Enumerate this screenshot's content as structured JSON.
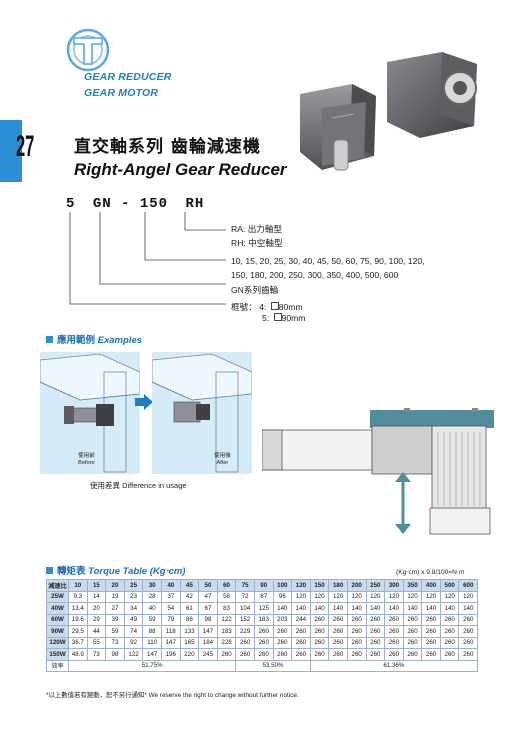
{
  "brand": {
    "line1": "GEAR REDUCER",
    "line2": "GEAR MOTOR"
  },
  "page_number": "27",
  "title_cn": "直交軸系列 齒輪減速機",
  "title_en": "Right-Angel Gear Reducer",
  "model": {
    "prefix": "5",
    "series": "GN",
    "dash": "-",
    "ratio": "150",
    "suffix": "RH"
  },
  "legend": {
    "ra": "RA: 出力軸型",
    "rh": "RH: 中空軸型",
    "ratios_1": "10, 15, 20, 25, 30, 40, 45, 50, 60, 75, 90, 100, 120,",
    "ratios_2": "150, 180, 200, 250, 300, 350, 400, 500, 600",
    "gn": "GN系列齒輪",
    "frame_label": "框號：",
    "frame_4_num": "4:",
    "frame_4_size": "80mm",
    "frame_5_num": "5:",
    "frame_5_size": "90mm"
  },
  "examples": {
    "heading_cn": "應用範例",
    "heading_en": "Examples",
    "before_cn": "使用前",
    "before_en": "Before",
    "after_cn": "使用後",
    "after_en": "After",
    "caption": "使用差異 Difference in usage"
  },
  "torque": {
    "heading_cn": "轉矩表",
    "heading_en": "Torque Table (Kg‧cm)",
    "unit_note": "(Kg‧cm) x 9.8/100=N‧m",
    "header_label": "減速比",
    "ratios": [
      "10",
      "15",
      "20",
      "25",
      "30",
      "40",
      "45",
      "50",
      "60",
      "75",
      "90",
      "100",
      "120",
      "150",
      "180",
      "200",
      "250",
      "300",
      "350",
      "400",
      "500",
      "600"
    ],
    "rows": [
      {
        "label": "25W",
        "values": [
          "9.3",
          "14",
          "19",
          "23",
          "28",
          "37",
          "42",
          "47",
          "58",
          "72",
          "87",
          "96",
          "120",
          "120",
          "120",
          "120",
          "120",
          "120",
          "120",
          "120",
          "120",
          "120"
        ]
      },
      {
        "label": "40W",
        "values": [
          "13.4",
          "20",
          "27",
          "34",
          "40",
          "54",
          "61",
          "67",
          "83",
          "104",
          "125",
          "140",
          "140",
          "140",
          "140",
          "140",
          "140",
          "140",
          "140",
          "140",
          "140",
          "140"
        ]
      },
      {
        "label": "60W",
        "values": [
          "19.6",
          "29",
          "39",
          "49",
          "59",
          "79",
          "88",
          "98",
          "122",
          "152",
          "183",
          "203",
          "244",
          "260",
          "260",
          "260",
          "260",
          "260",
          "260",
          "260",
          "260",
          "260"
        ]
      },
      {
        "label": "90W",
        "values": [
          "29.5",
          "44",
          "59",
          "74",
          "88",
          "118",
          "133",
          "147",
          "183",
          "229",
          "260",
          "260",
          "260",
          "260",
          "260",
          "260",
          "260",
          "260",
          "260",
          "260",
          "260",
          "260"
        ]
      },
      {
        "label": "120W",
        "values": [
          "36.7",
          "55",
          "73",
          "92",
          "110",
          "147",
          "165",
          "184",
          "228",
          "260",
          "260",
          "260",
          "260",
          "260",
          "260",
          "260",
          "260",
          "260",
          "260",
          "260",
          "260",
          "260"
        ]
      },
      {
        "label": "150W",
        "values": [
          "48.9",
          "73",
          "98",
          "122",
          "147",
          "196",
          "220",
          "245",
          "260",
          "260",
          "260",
          "260",
          "260",
          "260",
          "260",
          "260",
          "260",
          "260",
          "260",
          "260",
          "260",
          "260"
        ]
      }
    ],
    "efficiency_label": "效率",
    "efficiency": [
      "51.75%",
      "53.50%",
      "61.36%"
    ]
  },
  "footnote": "*以上數值若有變動，恕不另行通知*  We reserve the right to change without further notice."
}
